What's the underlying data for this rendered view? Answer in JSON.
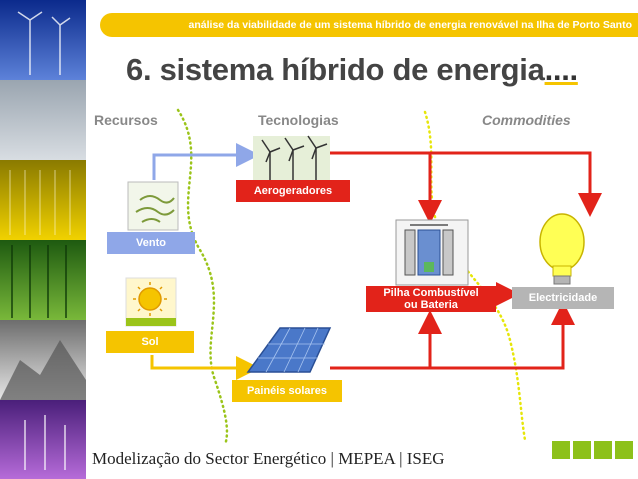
{
  "banner": "análise da viabilidade de um sistema híbrido de energia renovável na Ilha de Porto Santo",
  "title": {
    "main": "6. sistema híbrido de energia",
    "dots": "...."
  },
  "columns": {
    "recursos": "Recursos",
    "tecnologias": "Tecnologias",
    "commodities": "Commodities"
  },
  "nodes": {
    "vento": "Vento",
    "sol": "Sol",
    "aerogeradores": "Aerogeradores",
    "paineis": "Painéis solares",
    "pilha_line1": "Pilha Combustível",
    "pilha_line2": "ou Bateria",
    "electricidade": "Electricidade"
  },
  "footer": "Modelização do Sector Energético |   MEPEA   |   ISEG",
  "colors": {
    "accent_yellow": "#f5c400",
    "flow_red": "#e2231a",
    "flow_blue": "#8fa7e8",
    "accent_green": "#8dc11a"
  },
  "icons": [
    "wind-swirl-icon",
    "sun-icon",
    "wind-turbine-icon",
    "solar-panel-icon",
    "fuel-cell-icon",
    "light-bulb-icon"
  ]
}
